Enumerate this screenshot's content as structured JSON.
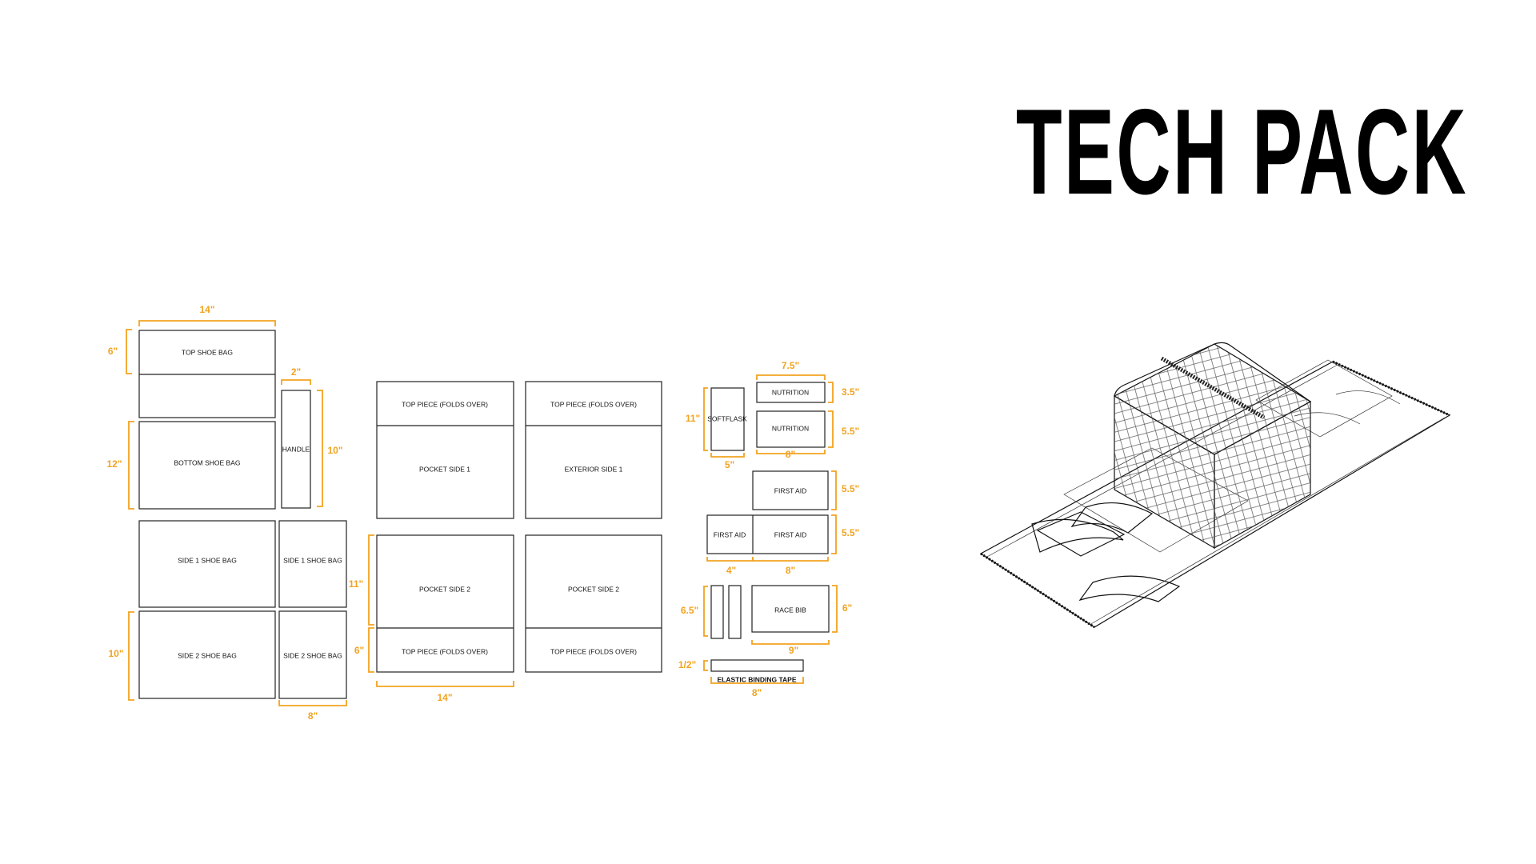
{
  "title": "TECH PACK",
  "colors": {
    "dimension": "#f2a321",
    "outline": "#222222",
    "background": "#ffffff"
  },
  "pieces": {
    "top_shoe_bag": "TOP SHOE BAG",
    "bottom_shoe_bag": "BOTTOM SHOE BAG",
    "handle": "HANDLE",
    "side1_shoe_bag_a": "SIDE 1 SHOE BAG",
    "side1_shoe_bag_b": "SIDE 1 SHOE BAG",
    "side2_shoe_bag_a": "SIDE 2 SHOE BAG",
    "side2_shoe_bag_b": "SIDE 2 SHOE BAG",
    "top_piece_a": "TOP PIECE (FOLDS OVER)",
    "pocket_side_1": "POCKET SIDE 1",
    "top_piece_b": "TOP PIECE (FOLDS OVER)",
    "exterior_side_1": "EXTERIOR SIDE 1",
    "pocket_side_2_a": "POCKET SIDE 2",
    "top_piece_c": "TOP PIECE (FOLDS OVER)",
    "pocket_side_2_b": "POCKET SIDE 2",
    "top_piece_d": "TOP PIECE (FOLDS OVER)",
    "softflask": "SOFTFLASK",
    "nutrition_a": "NUTRITION",
    "nutrition_b": "NUTRITION",
    "first_aid_a": "FIRST AID",
    "first_aid_b": "FIRST AID",
    "first_aid_c": "FIRST AID",
    "race_bib": "RACE BIB",
    "elastic_binding_tape": "ELASTIC BINDING TAPE"
  },
  "dimensions": {
    "top_width": "14\"",
    "top_height": "6\"",
    "handle_width": "2\"",
    "handle_height": "10\"",
    "bottom_height": "12\"",
    "side2_height": "10\"",
    "side_width": "8\"",
    "pocket_height": "11\"",
    "fold_height": "6\"",
    "pocket_width": "14\"",
    "softflask_height": "11\"",
    "softflask_width": "5\"",
    "nutrition_width": "7.5\"",
    "nutrition_a_height": "3.5\"",
    "nutrition_b_height": "5.5\"",
    "nutrition_b_width": "8\"",
    "first_aid_a_height": "5.5\"",
    "first_aid_b_height": "5.5\"",
    "first_aid_small_width": "4\"",
    "first_aid_width": "8\"",
    "strip_height": "6.5\"",
    "race_bib_height": "6\"",
    "race_bib_width": "9\"",
    "tape_height": "1/2\"",
    "tape_width": "8\""
  }
}
